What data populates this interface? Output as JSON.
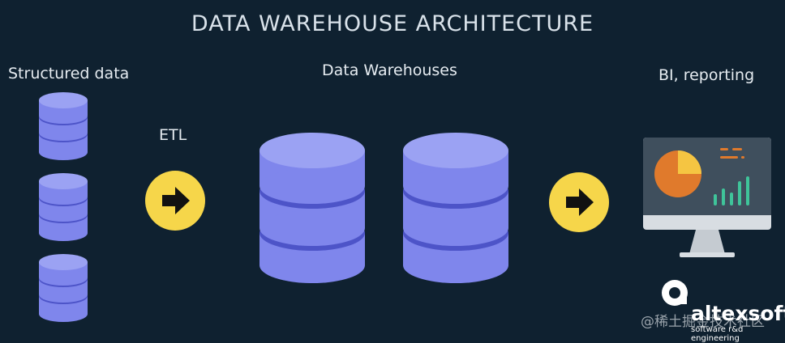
{
  "title": "DATA WAREHOUSE ARCHITECTURE",
  "sections": {
    "structured": "Structured data",
    "etl": "ETL",
    "warehouses": "Data Warehouses",
    "bi": "BI, reporting"
  },
  "brand": {
    "name": "altexsoft",
    "tagline": "software r&d engineering",
    "logo_glyph": "a"
  },
  "watermark": "@稀土掘金技术社区",
  "colors": {
    "background": "#0f2130",
    "db_top": "#9ba2f3",
    "db_side": "#7f86ec",
    "db_band": "#4d54c8",
    "arrow_circle": "#f6d64a",
    "pie_orange": "#e07a2c",
    "pie_yellow": "#f5c542",
    "bars_green": "#3fc49a"
  },
  "icons": [
    "database-icon",
    "arrow-right-icon",
    "monitor-icon",
    "pie-chart-icon",
    "bar-chart-icon",
    "altexsoft-logo-icon"
  ]
}
